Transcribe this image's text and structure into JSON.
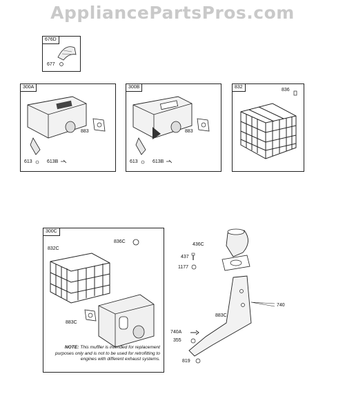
{
  "watermark": "AppliancePartsPros.com",
  "boxes": {
    "b676d": {
      "label": "676D",
      "callouts": {
        "c677": "677"
      }
    },
    "b300a": {
      "label": "300A",
      "callouts": {
        "c883": "883",
        "c613": "613",
        "c613b": "613B"
      }
    },
    "b300b": {
      "label": "300B",
      "callouts": {
        "c883": "883",
        "c613": "613",
        "c613b": "613B"
      }
    },
    "b832": {
      "label": "832",
      "callouts": {
        "c836": "836"
      }
    },
    "b300c": {
      "label": "300C",
      "callouts": {
        "c832c": "832C",
        "c836c": "836C",
        "c883c": "883C"
      }
    }
  },
  "loose_callouts": {
    "c436c": "436C",
    "c437": "437",
    "c1177": "1177",
    "c740": "740",
    "c883c": "883C",
    "c740a": "740A",
    "c355": "355",
    "c819": "819"
  },
  "note": {
    "prefix": "NOTE:",
    "text": "This muffler is intended for replacement purposes only and is not to be used for retrofitting to engines with different exhaust systems."
  }
}
